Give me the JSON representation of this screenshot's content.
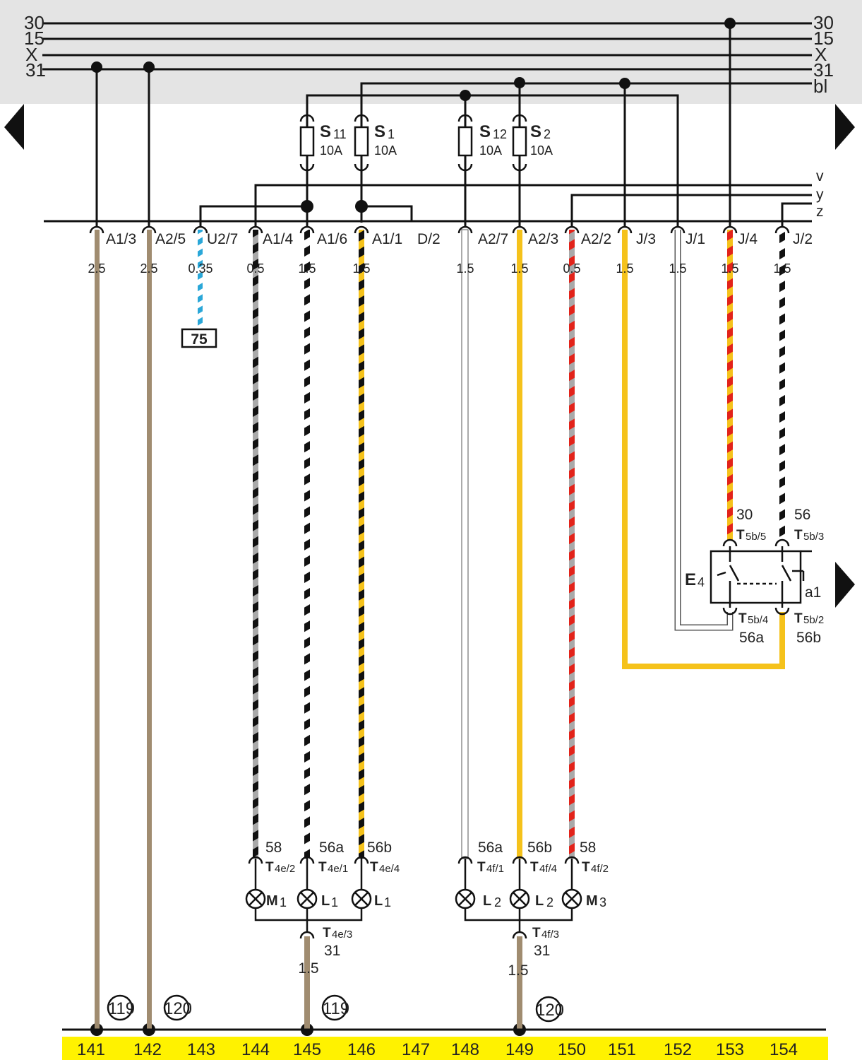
{
  "bus": {
    "left": [
      "30",
      "15",
      "X",
      "31"
    ],
    "right": [
      "30",
      "15",
      "X",
      "31",
      "bl"
    ]
  },
  "fuses": [
    {
      "name": "S",
      "sub": "11",
      "rating": "10A"
    },
    {
      "name": "S",
      "sub": "1",
      "rating": "10A"
    },
    {
      "name": "S",
      "sub": "12",
      "rating": "10A"
    },
    {
      "name": "S",
      "sub": "2",
      "rating": "10A"
    }
  ],
  "wire_rails": [
    "v",
    "y",
    "z"
  ],
  "fuse_panel_pins": [
    "A1/3",
    "A2/5",
    "U2/7",
    "A1/4",
    "A1/6",
    "A1/1",
    "D/2",
    "A2/7",
    "A2/3",
    "A2/2",
    "J/3",
    "J/1",
    "J/4",
    "J/2"
  ],
  "cross_sections": [
    "2.5",
    "2.5",
    "0.35",
    "0.5",
    "1.5",
    "1.5",
    "1.5",
    "1.5",
    "0.5",
    "1.5",
    "1.5",
    "1.5",
    "1.5"
  ],
  "ref_box": "75",
  "switch": {
    "name": "E",
    "sub": "4",
    "contact_label": "a1",
    "top_left": {
      "term": "30",
      "pin": "T",
      "pin_sub": "5b/5"
    },
    "top_right": {
      "term": "56",
      "pin": "T",
      "pin_sub": "5b/3"
    },
    "bot_left": {
      "term": "56a",
      "pin": "T",
      "pin_sub": "5b/4"
    },
    "bot_right": {
      "term": "56b",
      "pin": "T",
      "pin_sub": "5b/2"
    }
  },
  "left_light": {
    "terms": [
      "58",
      "56a",
      "56b"
    ],
    "pins": [
      {
        "p": "T",
        "s": "4e/2"
      },
      {
        "p": "T",
        "s": "4e/1"
      },
      {
        "p": "T",
        "s": "4e/4"
      }
    ],
    "lamps": [
      {
        "n": "M",
        "s": "1"
      },
      {
        "n": "L",
        "s": "1"
      },
      {
        "n": "L",
        "s": "1"
      }
    ],
    "ground_pin": {
      "p": "T",
      "s": "4e/3"
    },
    "ground_term": "31",
    "ground_cs": "1.5"
  },
  "right_light": {
    "terms": [
      "56a",
      "56b",
      "58"
    ],
    "pins": [
      {
        "p": "T",
        "s": "4f/1"
      },
      {
        "p": "T",
        "s": "4f/4"
      },
      {
        "p": "T",
        "s": "4f/2"
      }
    ],
    "lamps": [
      {
        "n": "L",
        "s": "2"
      },
      {
        "n": "L",
        "s": "2"
      },
      {
        "n": "M",
        "s": "3"
      }
    ],
    "ground_pin": {
      "p": "T",
      "s": "4f/3"
    },
    "ground_term": "31",
    "ground_cs": "1.5"
  },
  "ground_points": [
    "119",
    "120",
    "119",
    "120"
  ],
  "current_tracks": [
    "141",
    "142",
    "143",
    "144",
    "145",
    "146",
    "147",
    "148",
    "149",
    "150",
    "151",
    "152",
    "153",
    "154"
  ],
  "colors": {
    "header": "#e4e4e4",
    "brown": "#a08c70",
    "yellow": "#f5c21b",
    "red": "#e2231a",
    "blue": "#2aa7d8",
    "grey": "#a9a9a9",
    "track_bar": "#fff200"
  }
}
